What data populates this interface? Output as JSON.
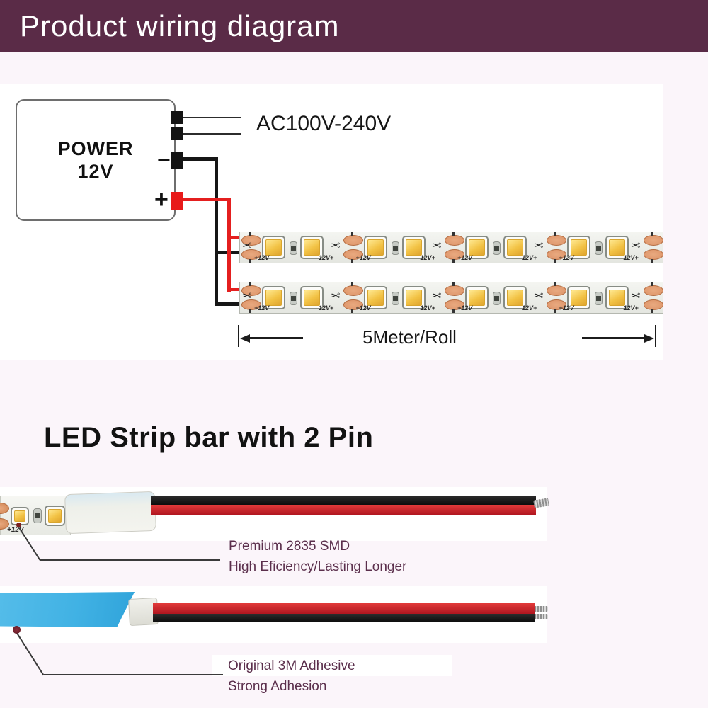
{
  "header": {
    "title": "Product wiring diagram"
  },
  "diagram": {
    "power_label_line1": "POWER",
    "power_label_line2": "12V",
    "ac_input_label": "AC100V-240V",
    "minus_symbol": "−",
    "plus_symbol": "+",
    "length_label": "5Meter/Roll"
  },
  "led_strip": {
    "positive_pad_label": "+12V",
    "cut_pad_label": "12V+",
    "scissors_icon": "✂",
    "segments_per_strip": 4,
    "strip_count": 2
  },
  "closeups": {
    "heading": "LED Strip bar with 2 Pin",
    "smd_note_line1": "Premium 2835 SMD",
    "smd_note_line2": "High Eficiency/Lasting Longer",
    "adhesive_note_line1": "Original 3M Adhesive",
    "adhesive_note_line2": "Strong Adhesion"
  },
  "colors": {
    "header_bg": "#5a2b47",
    "accent_text": "#5b2f4c",
    "wire_red": "#e41f1f",
    "wire_dark_red": "#c6202c",
    "wire_black": "#161616",
    "copper_pad": "#dd9368",
    "copper_pad_light": "#e8a97f",
    "led_yellow": "#f0bf3e",
    "adhesive_blue": "#41b2e4",
    "page_bg": "#fbf5fa"
  }
}
